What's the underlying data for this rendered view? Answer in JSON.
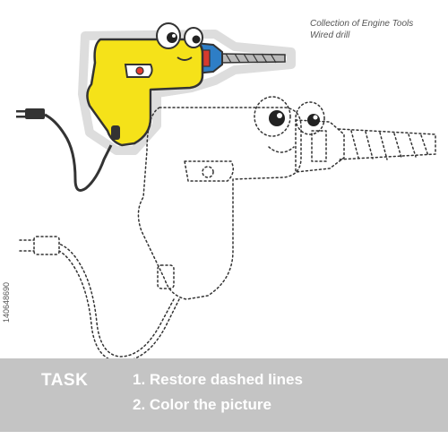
{
  "caption": {
    "line1": "Collection of Engine Tools",
    "line2": "Wired drill"
  },
  "task": {
    "label": "TASK",
    "step1": "1. Restore dashed lines",
    "step2": "2. Color the picture"
  },
  "stock_id": "140648690",
  "colors": {
    "drill_body": "#f5e219",
    "drill_chuck": "#2e7ec6",
    "drill_trigger": "#e63a2e",
    "cord": "#333333",
    "task_bar": "#c4c4c4"
  }
}
